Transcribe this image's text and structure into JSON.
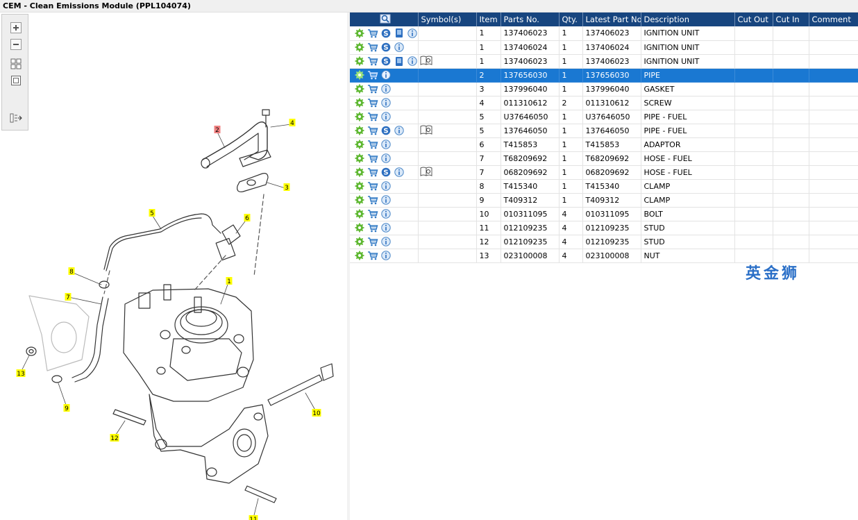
{
  "window": {
    "title": "CEM - Clean Emissions Module (PPL104074)"
  },
  "toolbar": {
    "buttons": [
      "zoom-in-icon",
      "zoom-out-icon",
      "fit-grid-icon",
      "actual-size-icon",
      "list-export-icon"
    ]
  },
  "diagram": {
    "callouts": [
      "1",
      "2",
      "3",
      "4",
      "5",
      "6",
      "7",
      "8",
      "9",
      "10",
      "11",
      "12",
      "13"
    ],
    "highlighted_callout": "2",
    "callout_color": "#ffff00",
    "highlight_color": "#f08080"
  },
  "grid": {
    "header_icon": "search-icon",
    "columns": [
      "Symbol(s)",
      "Item",
      "Parts No.",
      "Qty.",
      "Latest Part No.",
      "Description",
      "Cut Out",
      "Cut In",
      "Comment"
    ],
    "header_color": "#17457f",
    "selected_color": "#1a78d2",
    "selected_row": 3,
    "rows": [
      {
        "icons": [
          "settings",
          "cart",
          "s",
          "book",
          "info"
        ],
        "symbol": false,
        "item": "1",
        "part": "137406023",
        "qty": "1",
        "latest": "137406023",
        "desc": "IGNITION UNIT"
      },
      {
        "icons": [
          "settings",
          "cart",
          "s",
          "info"
        ],
        "symbol": false,
        "item": "1",
        "part": "137406024",
        "qty": "1",
        "latest": "137406024",
        "desc": "IGNITION UNIT"
      },
      {
        "icons": [
          "settings",
          "cart",
          "s",
          "book",
          "info"
        ],
        "symbol": true,
        "item": "1",
        "part": "137406023",
        "qty": "1",
        "latest": "137406023",
        "desc": "IGNITION UNIT"
      },
      {
        "icons": [
          "settings",
          "cart",
          "info"
        ],
        "symbol": false,
        "item": "2",
        "part": "137656030",
        "qty": "1",
        "latest": "137656030",
        "desc": "PIPE"
      },
      {
        "icons": [
          "settings",
          "cart",
          "info"
        ],
        "symbol": false,
        "item": "3",
        "part": "137996040",
        "qty": "1",
        "latest": "137996040",
        "desc": "GASKET"
      },
      {
        "icons": [
          "settings",
          "cart",
          "info"
        ],
        "symbol": false,
        "item": "4",
        "part": "011310612",
        "qty": "2",
        "latest": "011310612",
        "desc": "SCREW"
      },
      {
        "icons": [
          "settings",
          "cart",
          "info"
        ],
        "symbol": false,
        "item": "5",
        "part": "U37646050",
        "qty": "1",
        "latest": "U37646050",
        "desc": "PIPE - FUEL"
      },
      {
        "icons": [
          "settings",
          "cart",
          "s",
          "info"
        ],
        "symbol": true,
        "item": "5",
        "part": "137646050",
        "qty": "1",
        "latest": "137646050",
        "desc": "PIPE - FUEL"
      },
      {
        "icons": [
          "settings",
          "cart",
          "info"
        ],
        "symbol": false,
        "item": "6",
        "part": "T415853",
        "qty": "1",
        "latest": "T415853",
        "desc": "ADAPTOR"
      },
      {
        "icons": [
          "settings",
          "cart",
          "info"
        ],
        "symbol": false,
        "item": "7",
        "part": "T68209692",
        "qty": "1",
        "latest": "T68209692",
        "desc": "HOSE - FUEL"
      },
      {
        "icons": [
          "settings",
          "cart",
          "s",
          "info"
        ],
        "symbol": true,
        "item": "7",
        "part": "068209692",
        "qty": "1",
        "latest": "068209692",
        "desc": "HOSE - FUEL"
      },
      {
        "icons": [
          "settings",
          "cart",
          "info"
        ],
        "symbol": false,
        "item": "8",
        "part": "T415340",
        "qty": "1",
        "latest": "T415340",
        "desc": "CLAMP"
      },
      {
        "icons": [
          "settings",
          "cart",
          "info"
        ],
        "symbol": false,
        "item": "9",
        "part": "T409312",
        "qty": "1",
        "latest": "T409312",
        "desc": "CLAMP"
      },
      {
        "icons": [
          "settings",
          "cart",
          "info"
        ],
        "symbol": false,
        "item": "10",
        "part": "010311095",
        "qty": "4",
        "latest": "010311095",
        "desc": "BOLT"
      },
      {
        "icons": [
          "settings",
          "cart",
          "info"
        ],
        "symbol": false,
        "item": "11",
        "part": "012109235",
        "qty": "4",
        "latest": "012109235",
        "desc": "STUD"
      },
      {
        "icons": [
          "settings",
          "cart",
          "info"
        ],
        "symbol": false,
        "item": "12",
        "part": "012109235",
        "qty": "4",
        "latest": "012109235",
        "desc": "STUD"
      },
      {
        "icons": [
          "settings",
          "cart",
          "info"
        ],
        "symbol": false,
        "item": "13",
        "part": "023100008",
        "qty": "4",
        "latest": "023100008",
        "desc": "NUT"
      }
    ]
  },
  "watermark": "英金狮"
}
